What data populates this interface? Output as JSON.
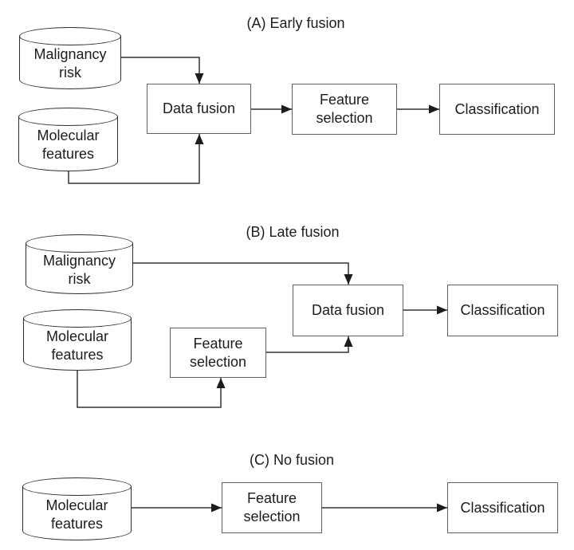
{
  "panels": [
    {
      "id": "A",
      "title": "(A) Early fusion",
      "nodes": {
        "malignancy_risk": "Malignancy\nrisk",
        "molecular_features": "Molecular\nfeatures",
        "data_fusion": "Data fusion",
        "feature_selection": "Feature\nselection",
        "classification": "Classification"
      },
      "edges": [
        {
          "from": "malignancy_risk",
          "to": "data_fusion"
        },
        {
          "from": "molecular_features",
          "to": "data_fusion"
        },
        {
          "from": "data_fusion",
          "to": "feature_selection"
        },
        {
          "from": "feature_selection",
          "to": "classification"
        }
      ]
    },
    {
      "id": "B",
      "title": "(B) Late fusion",
      "nodes": {
        "malignancy_risk": "Malignancy\nrisk",
        "molecular_features": "Molecular\nfeatures",
        "feature_selection": "Feature\nselection",
        "data_fusion": "Data fusion",
        "classification": "Classification"
      },
      "edges": [
        {
          "from": "malignancy_risk",
          "to": "data_fusion"
        },
        {
          "from": "molecular_features",
          "to": "feature_selection"
        },
        {
          "from": "feature_selection",
          "to": "data_fusion"
        },
        {
          "from": "data_fusion",
          "to": "classification"
        }
      ]
    },
    {
      "id": "C",
      "title": "(C) No fusion",
      "nodes": {
        "molecular_features": "Molecular\nfeatures",
        "feature_selection": "Feature\nselection",
        "classification": "Classification"
      },
      "edges": [
        {
          "from": "molecular_features",
          "to": "feature_selection"
        },
        {
          "from": "feature_selection",
          "to": "classification"
        }
      ]
    }
  ],
  "colors": {
    "background": "#ffffff",
    "box_border": "#616161",
    "cylinder_stroke": "#2e2e2e",
    "arrow_line": "#333333",
    "arrow_head": "#1c1c1c",
    "text": "#1c1c1c"
  }
}
